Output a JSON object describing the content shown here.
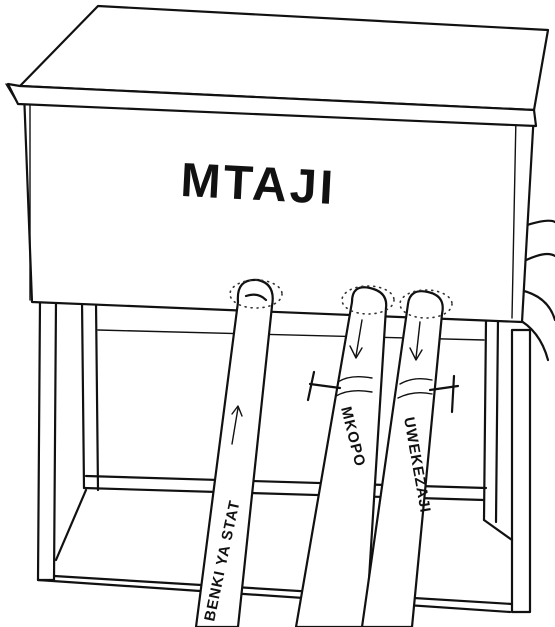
{
  "title": "MTAJI",
  "hoses": {
    "state_bank": "BENKI YA STAT",
    "loan": "MKOPO",
    "savings": "UWEKEZAJI"
  }
}
